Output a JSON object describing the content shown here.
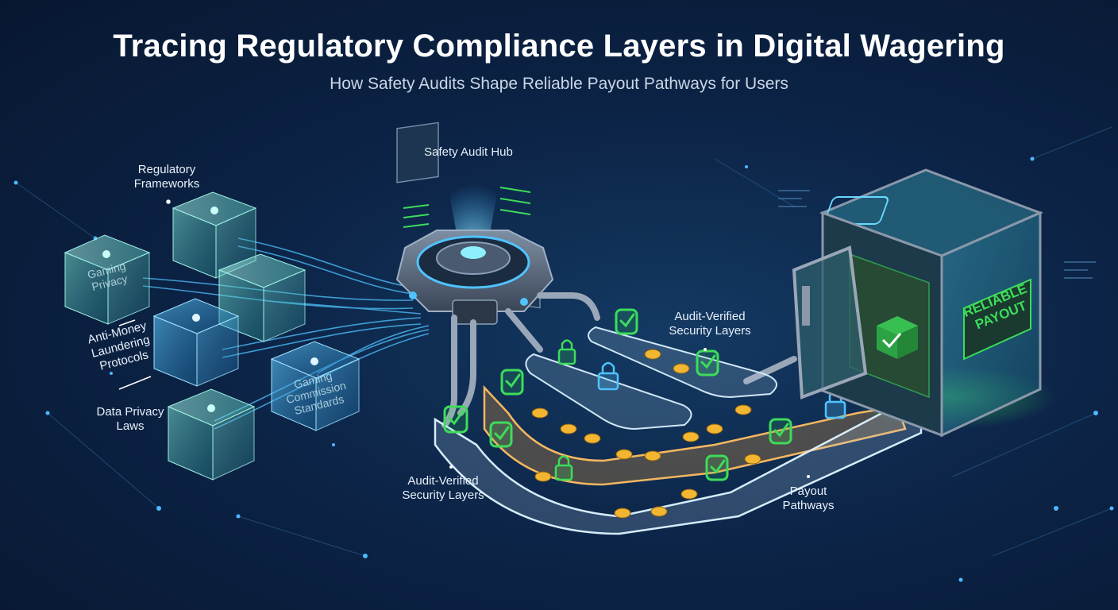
{
  "header": {
    "title": "Tracing Regulatory Compliance Layers in Digital Wagering",
    "subtitle": "How Safety Audits Shape Reliable Payout Pathways for Users"
  },
  "labels": {
    "regulatory_frameworks": "Regulatory Frameworks",
    "aml_protocols": "Anti-Money Laundering Protocols",
    "data_privacy_laws": "Data Privacy Laws",
    "safety_audit_hub": "Safety Audit Hub",
    "audit_verified_upper": "Audit-Verified Security Layers",
    "audit_verified_lower": "Audit-Verified Security Layers",
    "payout_pathways": "Payout Pathways"
  },
  "cubes": {
    "gaming_privacy": "Gaming Privacy",
    "gaming_commission": "Gaming Commission Standards"
  },
  "vault": {
    "sign": "RELIABLE PAYOUT"
  },
  "colors": {
    "background": "#0c2447",
    "cube_teal": "#5fd3c8",
    "light_blue": "#4fc3ff",
    "check_green": "#3ddc5a",
    "coin_gold": "#f2b632",
    "path_orange": "#f0a040"
  }
}
